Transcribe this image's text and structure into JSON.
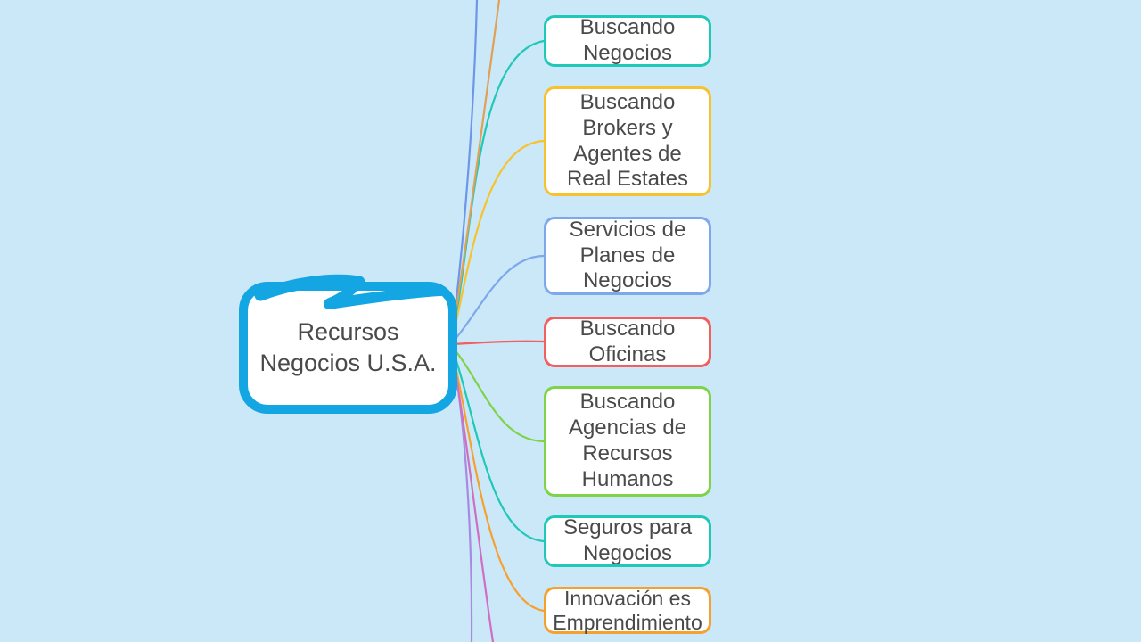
{
  "app": {
    "background_color": "#cbe8f8",
    "text_color": "#4a4a4a",
    "node_fill": "#ffffff"
  },
  "central": {
    "label": "Recursos Negocios U.S.A.",
    "color": "#14a5e3"
  },
  "nodes": [
    {
      "label": "Buscando Negocios",
      "color": "#1fc8b7"
    },
    {
      "label": "Buscando Brokers y Agentes de Real Estates",
      "color": "#f6c22d"
    },
    {
      "label": "Servicios de Planes de Negocios",
      "color": "#7da9ec"
    },
    {
      "label": "Buscando Oficinas",
      "color": "#f15f5f"
    },
    {
      "label": "Buscando Agencias de Recursos Humanos",
      "color": "#7ed348"
    },
    {
      "label": "Seguros para Negocios",
      "color": "#1fc8b7"
    },
    {
      "label": "Innovación es Emprendimiento",
      "color": "#f6a02d"
    }
  ],
  "offscreen_connectors": [
    {
      "direction": "top",
      "color": "#6d96e8"
    },
    {
      "direction": "top",
      "color": "#e0a055"
    },
    {
      "direction": "bottom",
      "color": "#a88ae0"
    },
    {
      "direction": "bottom",
      "color": "#cf6ec2"
    }
  ]
}
